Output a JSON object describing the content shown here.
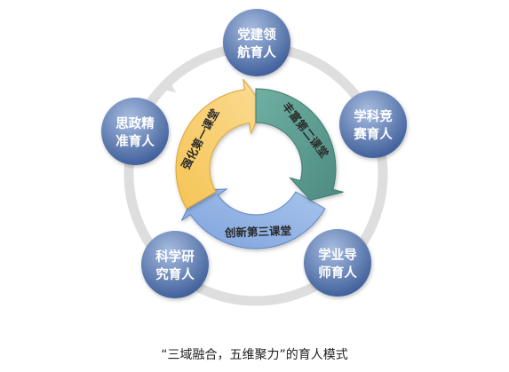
{
  "diagram": {
    "caption": "“三域融合，五维聚力”的育人模式",
    "nodes": [
      {
        "id": "party",
        "lines": [
          "党建领",
          "航育人"
        ]
      },
      {
        "id": "competition",
        "lines": [
          "学科竞",
          "赛育人"
        ]
      },
      {
        "id": "mentor",
        "lines": [
          "学业导",
          "师育人"
        ]
      },
      {
        "id": "research",
        "lines": [
          "科学研",
          "究育人"
        ]
      },
      {
        "id": "ideology",
        "lines": [
          "思政精",
          "准育人"
        ]
      }
    ],
    "arrows": [
      {
        "id": "second",
        "label": "丰富第二课堂",
        "color": "#6aa89a"
      },
      {
        "id": "third",
        "label": "创新第三课堂",
        "color": "#9dbbe6"
      },
      {
        "id": "first",
        "label": "强化第一课堂",
        "color": "#f7cd6c"
      }
    ],
    "colors": {
      "node_dark": "#3a5a97",
      "node_light": "#a8bde0",
      "ring": "#dedede"
    }
  }
}
